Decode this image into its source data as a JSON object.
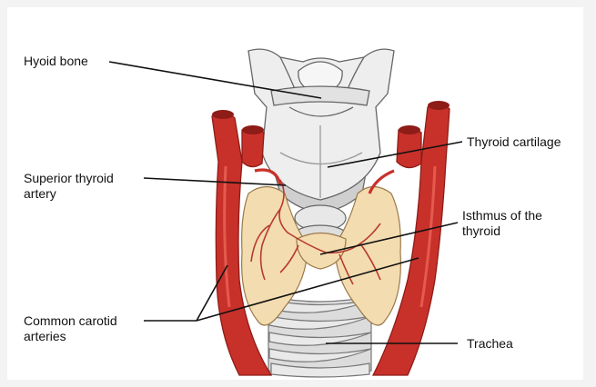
{
  "labels": {
    "hyoid_bone": "Hyoid bone",
    "superior_thyroid_artery": "Superior thyroid\nartery",
    "common_carotid_arteries": "Common carotid\narteries",
    "thyroid_cartilage": "Thyroid cartilage",
    "isthmus_of_thyroid": "Isthmus of the\nthyroid",
    "trachea": "Trachea"
  },
  "colors": {
    "artery": "#c8312a",
    "artery_dark": "#8e1c17",
    "thyroid_gland": "#f3dcb0",
    "cartilage": "#e6e6e6",
    "leader_line": "#111111"
  }
}
